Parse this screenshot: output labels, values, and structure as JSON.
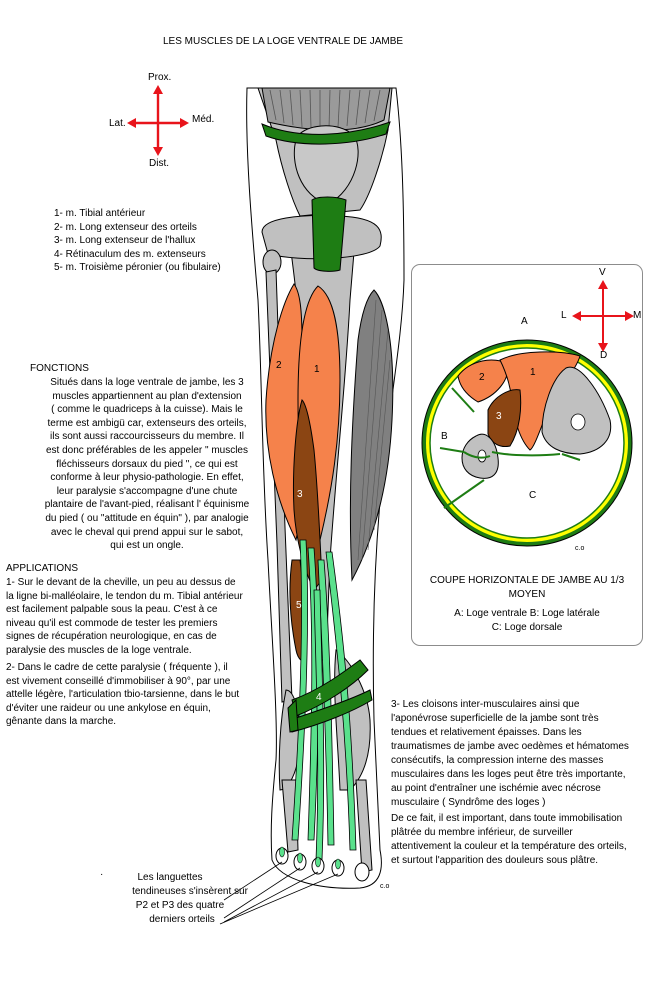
{
  "title": "LES MUSCLES DE LA LOGE VENTRALE DE JAMBE",
  "compass_main": {
    "top": "Prox.",
    "left": "Lat.",
    "right": "Méd.",
    "bottom": "Dist.",
    "color": "#e8141b"
  },
  "legend": [
    "1- m. Tibial antérieur",
    "2- m. Long extenseur des orteils",
    "3- m. Long extenseur de l'hallux",
    "4- Rétinaculum des m. extenseurs",
    "5- m. Troisième péronier (ou fibulaire)"
  ],
  "fonctions": {
    "heading": "FONCTIONS",
    "lines": [
      "Situés dans la loge ventrale de jambe, les 3",
      "muscles appartiennent au plan d'extension",
      "( comme le quadriceps à la cuisse). Mais le",
      "terme est ambigü car, extenseurs des orteils,",
      "ils sont aussi raccourcisseurs du membre. Il",
      "est donc préférables de les appeler \" muscles",
      " fléchisseurs dorsaux du pied \", ce qui est",
      "conforme à leur physio-pathologie. En effet,",
      "leur paralysie s'accompagne d'une chute",
      "plantaire de l'avant-pied, réalisant l' équinisme",
      "du pied ( ou \"attitude en équin\" ), par analogie",
      "avec le cheval qui prend appui sur le sabot,",
      "qui est un ongle."
    ]
  },
  "applications": {
    "heading": "APPLICATIONS",
    "lines": [
      "1- Sur le devant de la cheville, un peu au dessus de",
      "la ligne bi-malléolaire, le tendon du m. Tibial antérieur",
      "est facilement palpable sous la peau. C'est à ce",
      "niveau qu'il est commode de tester les premiers",
      "signes de récupération neurologique, en cas de",
      "paralysie des muscles de la loge ventrale.",
      "2- Dans le cadre de cette paralysie ( fréquente ), il",
      "est vivement conseillé d'immobiliser à 90°,  par une",
      "attelle légère, l'articulation tbio-tarsienne, dans le but",
      "d'éviter une raideur ou une ankylose en équin,",
      "gênante dans la marche."
    ]
  },
  "right_text": {
    "lines": [
      "3- Les cloisons inter-musculaires ainsi que",
      " l'aponévrose superficielle de la jambe sont très",
      "tendues et relativement épaisses. Dans les",
      "traumatismes de jambe avec oedèmes et hématomes",
      "consécutifs, la compression interne des masses",
      "musculaires dans les loges peut être très importante,",
      "au point d'entraîner une ischémie avec nécrose",
      "musculaire ( Syndrôme des loges )",
      "De ce fait, il est important, dans toute immobilisation",
      "plâtrée du membre inférieur, de surveiller",
      "attentivement la couleur et la température des orteils,",
      "et surtout l'apparition des douleurs sous plâtre."
    ]
  },
  "tendon_note": {
    "bullet": "·",
    "lines": [
      "Les languettes",
      "tendineuses s'insèrent sur",
      "P2 et P3 des quatre",
      "derniers orteils"
    ]
  },
  "section": {
    "compass": {
      "top": "V",
      "left": "L",
      "right": "M",
      "bottom": "D"
    },
    "label_a": "A",
    "label_b": "B",
    "label_c": "C",
    "muscle_1": "1",
    "muscle_2": "2",
    "muscle_3": "3",
    "caption_lines": [
      "COUPE HORIZONTALE DE JAMBE AU 1/3",
      "MOYEN"
    ],
    "legend_lines": [
      "A: Loge ventrale  B: Loge latérale",
      "C: Loge dorsale"
    ],
    "signature": "c.o"
  },
  "leg_labels": {
    "n1": "1",
    "n2": "2",
    "n3": "3",
    "n4": "4",
    "n5": "5",
    "signature": "c.o"
  },
  "colors": {
    "muscle_orange": "#f5824b",
    "muscle_brown": "#8b4513",
    "tendon_green": "#5ae18c",
    "retinaculum_green": "#1e7d14",
    "bone_grey": "#c0c0c0",
    "dark_grey": "#808080",
    "aponeurosis_yellow": "#ffff00"
  }
}
